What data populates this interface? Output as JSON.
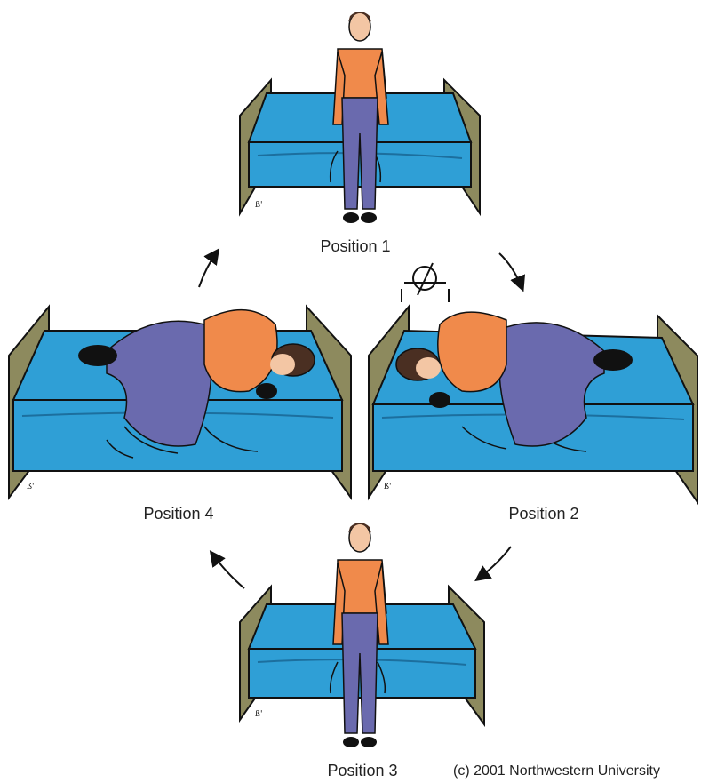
{
  "positions": [
    {
      "label": "Position 1"
    },
    {
      "label": "Position 2"
    },
    {
      "label": "Position 3"
    },
    {
      "label": "Position 4"
    }
  ],
  "copyright": "(c) 2001 Northwestern University",
  "colors": {
    "mattress": "#2f9fd6",
    "mattress_dark": "#1c6f9e",
    "bed_frame": "#8d8a5e",
    "shirt": "#f08a4b",
    "pants": "#6a6aae",
    "hair": "#4a2f22",
    "skin": "#f3c6a4",
    "outline": "#111111"
  },
  "icons": [
    "arrow-icon",
    "head-symbol-icon",
    "artist-signature-icon"
  ]
}
